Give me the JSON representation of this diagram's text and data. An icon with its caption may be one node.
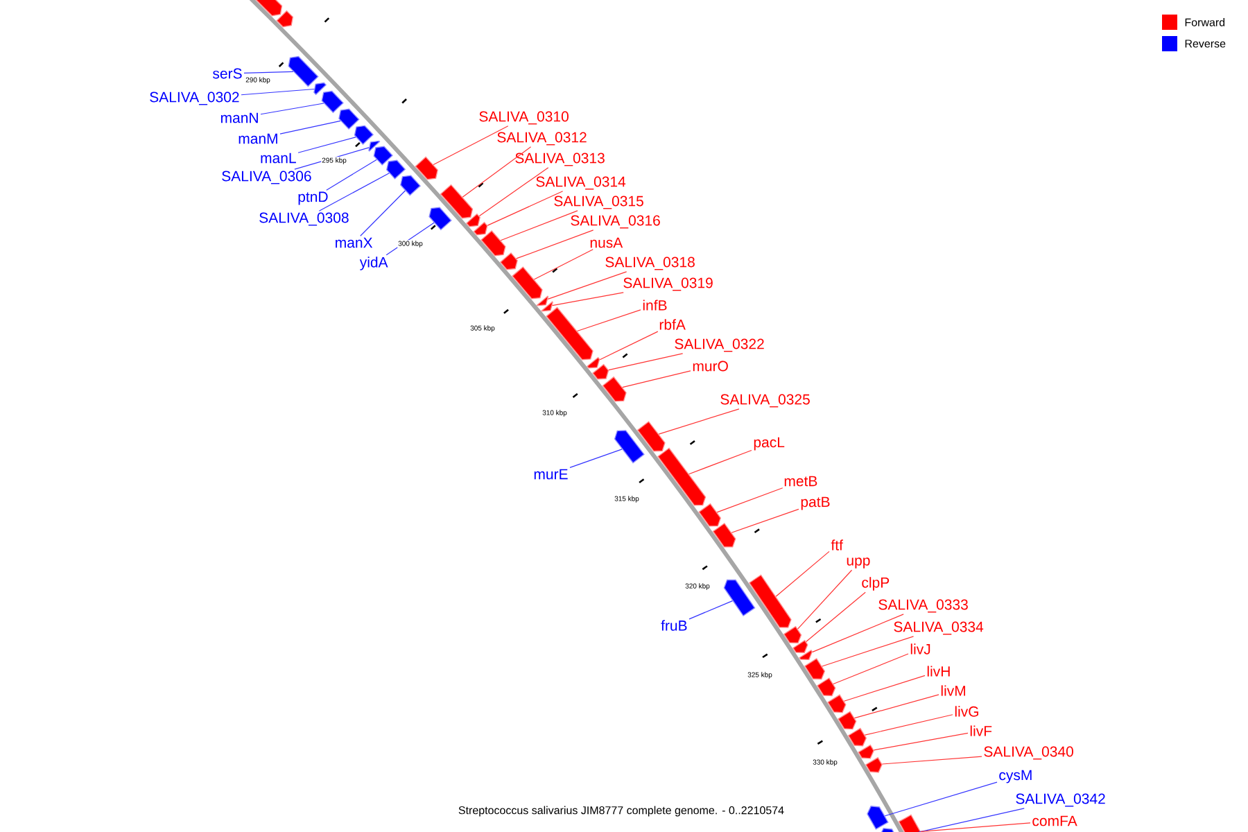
{
  "diagram": {
    "caption": "Streptococcus salivarius JIM8777 complete genome. - 0..2210574",
    "nodes": [
      {
        "text": [],
        "shape": "box"
      },
      {
        "text": [],
        "shape": "box"
      },
      {
        "text": [
          "serS"
        ]
      },
      {
        "text": [],
        "shape": "box"
      },
      {
        "text": [
          "SALIVA_0302"
        ]
      },
      {
        "text": [],
        "shape": "box"
      },
      {
        "text": [
          "manN"
        ]
      },
      {
        "text": [],
        "shape": "box"
      },
      {
        "text": [
          "manM"
        ]
      },
      {
        "text": [],
        "shape": "box"
      },
      {
        "text": [
          "manL"
        ]
      },
      {
        "text": [],
        "shape": "box"
      },
      {
        "text": [
          "SALIVA_0306"
        ]
      },
      {
        "text": [],
        "shape": "box"
      },
      {
        "text": [
          "ptnD"
        ]
      },
      {
        "text": [],
        "shape": "box"
      },
      {
        "text": [
          "SALIVA_0308"
        ]
      },
      {
        "text": [],
        "shape": "box"
      },
      {
        "text": [
          "manX"
        ]
      },
      {
        "text": [],
        "shape": "box"
      },
      {
        "text": [
          "SALIVA_0310"
        ]
      },
      {
        "text": [],
        "shape": "box"
      },
      {
        "text": [
          "yidA"
        ]
      },
      {
        "text": [],
        "shape": "box"
      },
      {
        "text": [
          "SALIVA_0312"
        ]
      },
      {
        "text": [],
        "shape": "box"
      },
      {
        "text": [
          "SALIVA_0313"
        ]
      },
      {
        "text": [],
        "shape": "box"
      },
      {
        "text": [
          "SALIVA_0314"
        ]
      },
      {
        "text": [],
        "shape": "box"
      },
      {
        "text": [
          "SALIVA_0315"
        ]
      },
      {
        "text": [],
        "shape": "box"
      },
      {
        "text": [
          "SALIVA_0316"
        ]
      },
      {
        "text": [],
        "shape": "box"
      },
      {
        "text": [
          "nusA"
        ]
      },
      {
        "text": [],
        "shape": "box"
      },
      {
        "text": [
          "SALIVA_0318"
        ]
      },
      {
        "text": [],
        "shape": "box"
      },
      {
        "text": [
          "SALIVA_0319"
        ]
      },
      {
        "text": [],
        "shape": "box"
      },
      {
        "text": [
          "infB"
        ]
      },
      {
        "text": [],
        "shape": "box"
      },
      {
        "text": [
          "rbfA"
        ]
      },
      {
        "text": [],
        "shape": "box"
      },
      {
        "text": [
          "SALIVA_0322"
        ]
      },
      {
        "text": [],
        "shape": "box"
      },
      {
        "text": [
          "murO"
        ]
      },
      {
        "text": [],
        "shape": "box"
      },
      {
        "text": [
          "murE"
        ]
      },
      {
        "text": [],
        "shape": "box"
      },
      {
        "text": [
          "SALIVA_0325"
        ]
      },
      {
        "text": [],
        "shape": "box"
      },
      {
        "text": [
          "pacL"
        ]
      },
      {
        "text": [],
        "shape": "box"
      },
      {
        "text": [
          "metB"
        ]
      },
      {
        "text": [],
        "shape": "box"
      },
      {
        "text": [
          "patB"
        ]
      },
      {
        "text": [],
        "shape": "box"
      },
      {
        "text": [
          "fruB"
        ]
      },
      {
        "text": [],
        "shape": "box"
      },
      {
        "text": [
          "ftf"
        ]
      },
      {
        "text": [],
        "shape": "box"
      },
      {
        "text": [
          "upp"
        ]
      },
      {
        "text": [],
        "shape": "box"
      },
      {
        "text": [
          "clpP"
        ]
      },
      {
        "text": [],
        "shape": "box"
      },
      {
        "text": [
          "SALIVA_0333"
        ]
      },
      {
        "text": [],
        "shape": "box"
      },
      {
        "text": [
          "SALIVA_0334"
        ]
      },
      {
        "text": [],
        "shape": "box"
      },
      {
        "text": [
          "livJ"
        ]
      },
      {
        "text": [],
        "shape": "box"
      },
      {
        "text": [
          "livH"
        ]
      },
      {
        "text": [],
        "shape": "box"
      },
      {
        "text": [
          "livM"
        ]
      },
      {
        "text": [],
        "shape": "box"
      },
      {
        "text": [
          "livG"
        ]
      },
      {
        "text": [],
        "shape": "box"
      },
      {
        "text": [
          "livF"
        ]
      },
      {
        "text": [],
        "shape": "box"
      },
      {
        "text": [
          "SALIVA_0340"
        ]
      },
      {
        "text": [],
        "shape": "box"
      },
      {
        "text": [
          "cysM"
        ]
      },
      {
        "text": [],
        "shape": "box"
      },
      {
        "text": [
          "SALIVA_0342"
        ]
      },
      {
        "text": [],
        "shape": "box"
      },
      {
        "text": [
          "comFA"
        ]
      },
      {
        "text": [],
        "shape": "box"
      }
    ],
    "edges": [
      {
        "from": 2,
        "to": 3,
        "arrow": "none",
        "color": "#3333ff"
      },
      {
        "from": 4,
        "to": 5,
        "arrow": "none",
        "color": "#3333ff"
      },
      {
        "from": 6,
        "to": 7,
        "arrow": "none",
        "color": "#3333ff"
      },
      {
        "from": 8,
        "to": 9,
        "arrow": "none",
        "color": "#3333ff"
      },
      {
        "from": 10,
        "to": 11,
        "arrow": "none",
        "color": "#3333ff"
      },
      {
        "from": 12,
        "to": 13,
        "arrow": "none",
        "color": "#3333ff"
      },
      {
        "from": 14,
        "to": 15,
        "arrow": "none",
        "color": "#3333ff"
      },
      {
        "from": 16,
        "to": 17,
        "arrow": "none",
        "color": "#3333ff"
      },
      {
        "from": 18,
        "to": 19,
        "arrow": "none",
        "color": "#3333ff"
      },
      {
        "from": 20,
        "to": 21,
        "arrow": "none"
      },
      {
        "from": 22,
        "to": 23,
        "arrow": "none",
        "color": "#3333ff"
      },
      {
        "from": 24,
        "to": 25,
        "arrow": "none"
      },
      {
        "from": 26,
        "to": 27,
        "arrow": "none"
      },
      {
        "from": 28,
        "to": 29,
        "arrow": "none"
      },
      {
        "from": 30,
        "to": 31,
        "arrow": "none"
      },
      {
        "from": 32,
        "to": 33,
        "arrow": "none"
      },
      {
        "from": 34,
        "to": 35,
        "arrow": "none"
      },
      {
        "from": 36,
        "to": 37,
        "arrow": "none"
      },
      {
        "from": 38,
        "to": 39,
        "arrow": "none"
      },
      {
        "from": 40,
        "to": 41,
        "arrow": "none"
      },
      {
        "from": 42,
        "to": 43,
        "arrow": "none"
      },
      {
        "from": 44,
        "to": 45,
        "arrow": "none"
      },
      {
        "from": 46,
        "to": 47,
        "arrow": "none"
      },
      {
        "from": 48,
        "to": 49,
        "arrow": "none",
        "color": "#3333ff"
      },
      {
        "from": 50,
        "to": 51,
        "arrow": "none"
      },
      {
        "from": 52,
        "to": 53,
        "arrow": "none"
      },
      {
        "from": 54,
        "to": 55,
        "arrow": "none"
      },
      {
        "from": 56,
        "to": 57,
        "arrow": "none"
      },
      {
        "from": 58,
        "to": 59,
        "arrow": "none",
        "color": "#3333ff"
      },
      {
        "from": 60,
        "to": 61,
        "arrow": "none"
      },
      {
        "from": 62,
        "to": 63,
        "arrow": "none"
      },
      {
        "from": 64,
        "to": 65,
        "arrow": "none"
      },
      {
        "from": 66,
        "to": 67,
        "arrow": "none"
      },
      {
        "from": 68,
        "to": 69,
        "arrow": "none"
      },
      {
        "from": 70,
        "to": 71,
        "arrow": "none"
      },
      {
        "from": 72,
        "to": 73,
        "arrow": "none"
      },
      {
        "from": 74,
        "to": 75,
        "arrow": "none"
      },
      {
        "from": 76,
        "to": 77,
        "arrow": "none"
      },
      {
        "from": 78,
        "to": 79,
        "arrow": "none"
      },
      {
        "from": 80,
        "to": 81,
        "arrow": "none"
      },
      {
        "from": 82,
        "to": 83,
        "arrow": "none",
        "color": "#3333ff"
      },
      {
        "from": 84,
        "to": 85,
        "arrow": "none",
        "color": "#3333ff"
      },
      {
        "from": 86,
        "to": 87,
        "arrow": "none"
      }
    ],
    "labels": [
      "290 kbp",
      "295 kbp",
      "300 kbp",
      "305 kbp",
      "310 kbp",
      "315 kbp",
      "320 kbp",
      "325 kbp",
      "330 kbp"
    ],
    "legend": [
      {
        "text": "Forward",
        "color": "#ff0000"
      },
      {
        "text": "Reverse",
        "color": "#0000ff"
      }
    ]
  }
}
